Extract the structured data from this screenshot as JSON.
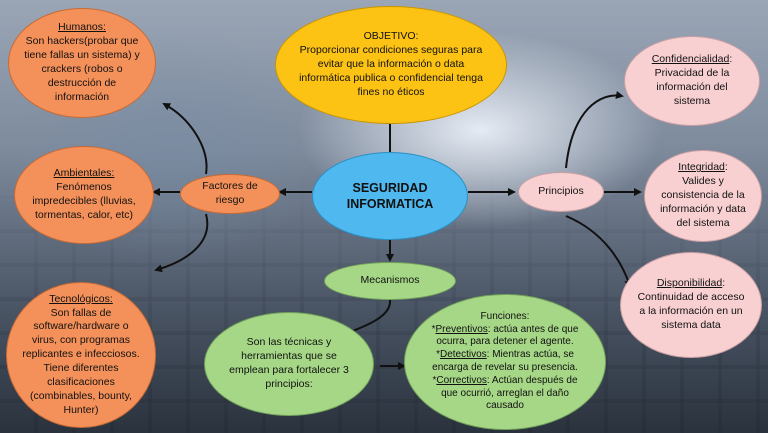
{
  "center": {
    "line1": "SEGURIDAD",
    "line2": "INFORMATICA"
  },
  "objetivo": {
    "heading": "OBJETIVO:",
    "text": "Proporcionar condiciones seguras para evitar que la información o data informática publica o confidencial tenga fines no éticos"
  },
  "factores": {
    "label": "Factores de riesgo",
    "humanos": {
      "heading": "Humanos:",
      "text": "Son hackers(probar que tiene fallas un sistema) y crackers (robos o destrucción de información"
    },
    "ambientales": {
      "heading": "Ambientales:",
      "text": "Fenómenos impredecibles (lluvias, tormentas, calor, etc)"
    },
    "tecnologicos": {
      "heading": "Tecnológicos:",
      "text": "Son fallas de software/hardware o virus, con programas replicantes e infecciosos. Tiene diferentes clasificaciones (combinables, bounty, Hunter)"
    }
  },
  "principios": {
    "label": "Principios",
    "confidencialidad": {
      "heading": "Confidencialidad",
      "suffix": ":",
      "text": "Privacidad de la información del sistema"
    },
    "integridad": {
      "heading": "Integridad",
      "suffix": ":",
      "text": "Valides y consistencia de la información y data del sistema"
    },
    "disponibilidad": {
      "heading": "Disponibilidad",
      "suffix": ":",
      "text": "Continuidad de acceso a la información en un sistema data"
    }
  },
  "mecanismos": {
    "label": "Mecanismos",
    "definicion": "Son las técnicas y herramientas que se emplean para fortalecer 3 principios:",
    "funciones": {
      "heading": "Funciones:",
      "items": [
        {
          "prefix": "*",
          "term": "Preventivos",
          "text": ": actúa antes de que ocurra, para detener el agente."
        },
        {
          "prefix": "*",
          "term": "Detectivos",
          "text": ": Mientras actúa, se encarga de revelar su presencia."
        },
        {
          "prefix": "*",
          "term": "Correctivos",
          "text": ": Actúan después de que ocurrió, arreglan el daño causado"
        }
      ]
    }
  },
  "colors": {
    "orange": "#f4915a",
    "pink": "#f8d0d2",
    "green": "#a6d787",
    "yellow": "#fcc214",
    "blue": "#4fb8ee",
    "connector": "#111111"
  }
}
